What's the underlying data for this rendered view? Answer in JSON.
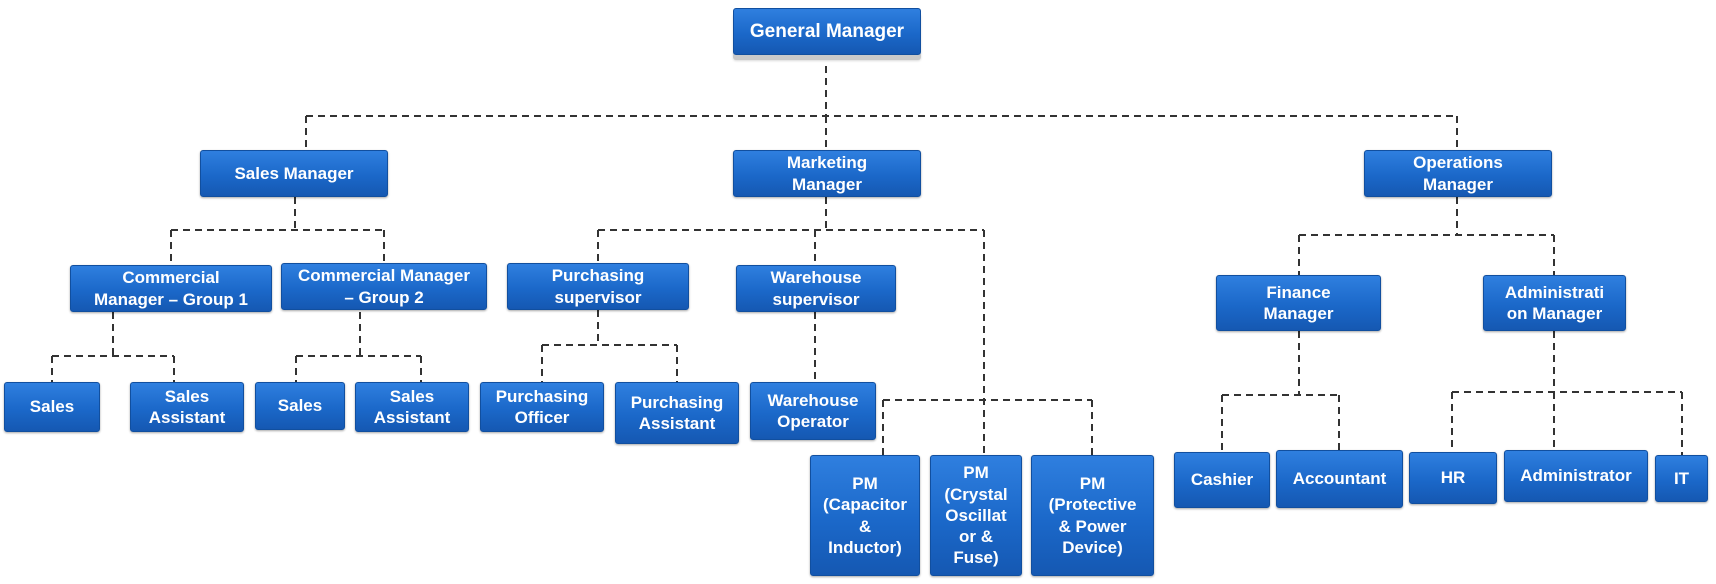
{
  "chart": {
    "root": "General Manager",
    "managers": {
      "sales": "Sales Manager",
      "marketing": "Marketing\nManager",
      "operations": "Operations\nManager"
    },
    "sales_dept": {
      "commercial_1": "Commercial\nManager – Group 1",
      "commercial_2": "Commercial Manager\n– Group 2",
      "g1_sales": "Sales",
      "g1_assistant": "Sales\nAssistant",
      "g2_sales": "Sales",
      "g2_assistant": "Sales\nAssistant"
    },
    "marketing_dept": {
      "purchasing_supervisor": "Purchasing\nsupervisor",
      "warehouse_supervisor": "Warehouse\nsupervisor",
      "purchasing_officer": "Purchasing\nOfficer",
      "purchasing_assistant": "Purchasing\nAssistant",
      "warehouse_operator": "Warehouse\nOperator",
      "pm_capacitor": "PM\n(Capacitor\n&\nInductor)",
      "pm_crystal": "PM\n(Crystal\nOscillat\nor &\nFuse)",
      "pm_protective": "PM\n(Protective\n& Power\nDevice)"
    },
    "operations_dept": {
      "finance_manager": "Finance\nManager",
      "admin_manager": "Administrati\non Manager",
      "cashier": "Cashier",
      "accountant": "Accountant",
      "hr": "HR",
      "administrator": "Administrator",
      "it": "IT"
    }
  },
  "colors": {
    "box_fill": "#1b68c9",
    "box_border": "#114f9f",
    "box_text": "#ffffff",
    "connector": "#333333"
  }
}
